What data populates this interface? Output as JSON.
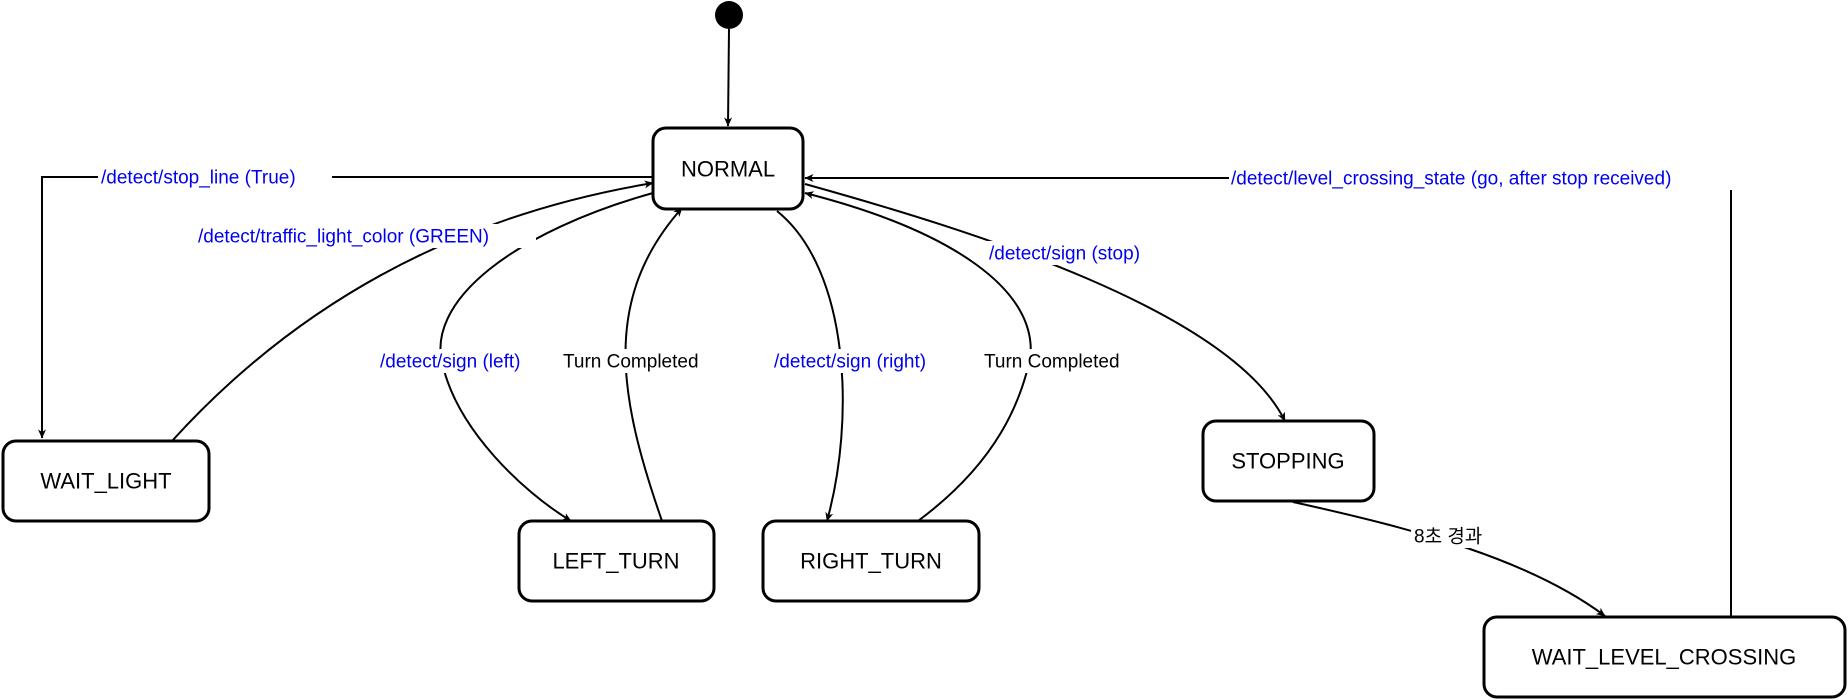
{
  "colors": {
    "line": "#000000",
    "topic_label": "#0000ee",
    "plain_label": "#000000",
    "background": "#ffffff"
  },
  "states": [
    {
      "id": "normal",
      "label": "NORMAL"
    },
    {
      "id": "wait_light",
      "label": "WAIT_LIGHT"
    },
    {
      "id": "left_turn",
      "label": "LEFT_TURN"
    },
    {
      "id": "right_turn",
      "label": "RIGHT_TURN"
    },
    {
      "id": "stopping",
      "label": "STOPPING"
    },
    {
      "id": "wait_level_crossing",
      "label": "WAIT_LEVEL_CROSSING"
    }
  ],
  "transitions": [
    {
      "id": "initial",
      "from": "initial",
      "to": "normal",
      "label": ""
    },
    {
      "id": "stop-line",
      "from": "normal",
      "to": "wait_light",
      "label": "/detect/stop_line (True)",
      "color": "#0000ee"
    },
    {
      "id": "traffic-light",
      "from": "wait_light",
      "to": "normal",
      "label": "/detect/traffic_light_color (GREEN)",
      "color": "#0000ee"
    },
    {
      "id": "sign-left",
      "from": "normal",
      "to": "left_turn",
      "label": "/detect/sign (left)",
      "color": "#0000ee"
    },
    {
      "id": "left-done",
      "from": "left_turn",
      "to": "normal",
      "label": "Turn Completed",
      "color": "#000000"
    },
    {
      "id": "sign-right",
      "from": "normal",
      "to": "right_turn",
      "label": "/detect/sign (right)",
      "color": "#0000ee"
    },
    {
      "id": "right-done",
      "from": "right_turn",
      "to": "normal",
      "label": "Turn Completed",
      "color": "#000000"
    },
    {
      "id": "sign-stop",
      "from": "normal",
      "to": "stopping",
      "label": "/detect/sign (stop)",
      "color": "#0000ee"
    },
    {
      "id": "stop-timeout",
      "from": "stopping",
      "to": "wait_level_crossing",
      "label": "8초 경과",
      "color": "#000000"
    },
    {
      "id": "level-crossing-go",
      "from": "wait_level_crossing",
      "to": "normal",
      "label": "/detect/level_crossing_state (go, after stop received)",
      "color": "#0000ee"
    }
  ]
}
